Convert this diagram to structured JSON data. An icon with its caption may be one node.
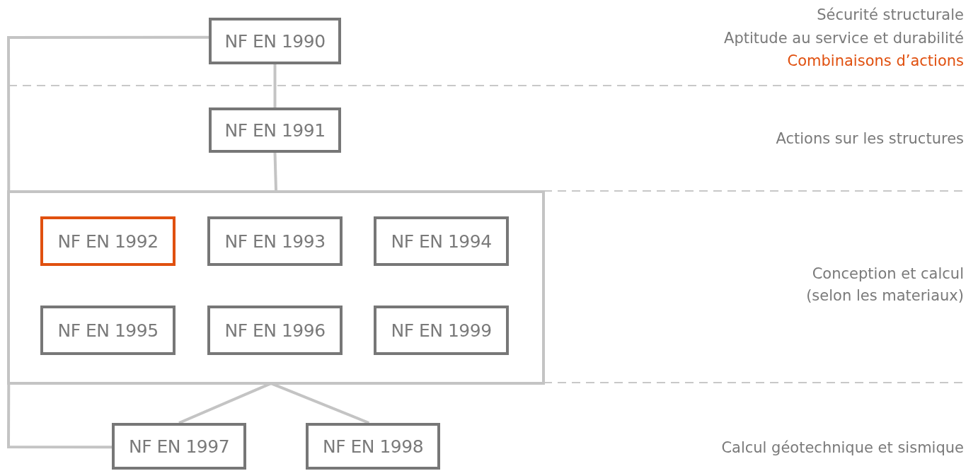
{
  "diagram": {
    "nodes": [
      {
        "text": [
          "NF EN 1990"
        ]
      },
      {
        "text": [
          "NF EN 1991"
        ]
      },
      {
        "text": [],
        "shape": "box"
      },
      {
        "text": [
          "NF EN 1992"
        ],
        "in": 2
      },
      {
        "text": [
          "NF EN 1993"
        ],
        "in": 2
      },
      {
        "text": [
          "NF EN 1994"
        ],
        "in": 2
      },
      {
        "text": [
          "NF EN 1995"
        ],
        "in": 2
      },
      {
        "text": [
          "NF EN 1996"
        ],
        "in": 2
      },
      {
        "text": [
          "NF EN 1999"
        ],
        "in": 2
      },
      {
        "text": [
          "NF EN 1997"
        ]
      },
      {
        "text": [
          "NF EN 1998"
        ]
      }
    ],
    "edges": [
      {
        "from": 0,
        "to": 1,
        "arrow": "none"
      },
      {
        "from": 1,
        "to": 2,
        "arrow": "none"
      },
      {
        "from": 0,
        "to": 2,
        "arrow": "none"
      },
      {
        "from": 2,
        "to": 9,
        "arrow": "none"
      },
      {
        "from": 2,
        "to": 9,
        "arrow": "none"
      },
      {
        "from": 2,
        "to": 10,
        "arrow": "none"
      }
    ],
    "labels": [
      "Sécurité structurale",
      "Aptitude au service et durabilité",
      "Combinaisons d’actions",
      "Actions sur les structures",
      "Conception et calcul (selon les materiaux)",
      "Calcul géotechnique et sismique"
    ]
  }
}
